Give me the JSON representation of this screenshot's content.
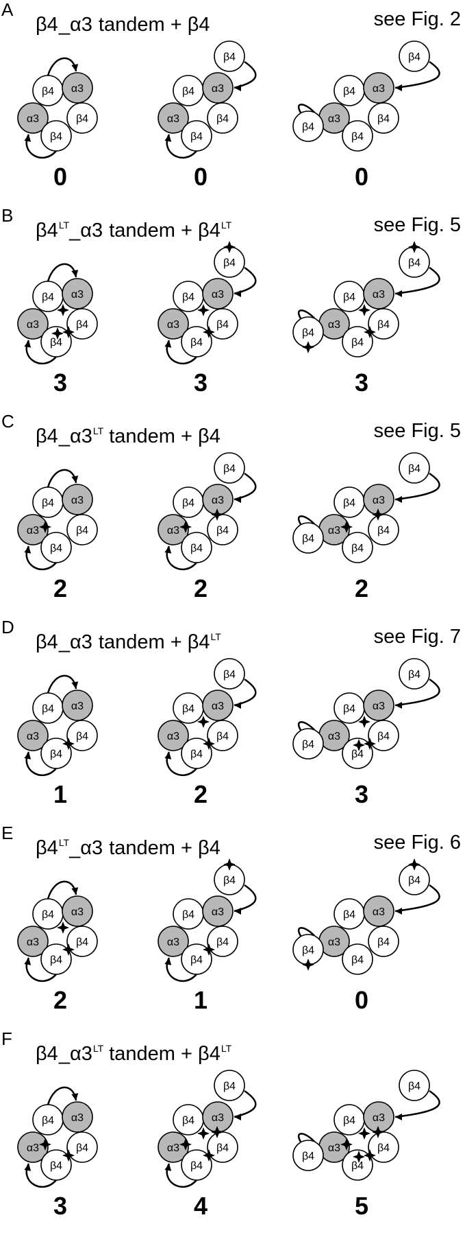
{
  "panels": [
    {
      "letter": "A",
      "title": {
        "beta_main": "β4",
        "beta_main_sup": "",
        "alpha": "α3",
        "alpha_sup": "",
        "beta_free": "β4",
        "beta_free_sup": ""
      },
      "ref": "see Fig. 2",
      "counts": [
        "0",
        "0",
        "0"
      ],
      "stars": [
        {
          "alpha_pair": false,
          "tandem_pair": false,
          "free": false
        },
        {
          "alpha_pair": false,
          "tandem_pair": false,
          "free": false
        },
        {
          "alpha_pair": false,
          "tandem_pair": false,
          "free": false
        }
      ]
    },
    {
      "letter": "B",
      "title": {
        "beta_main": "β4",
        "beta_main_sup": "LT",
        "alpha": "α3",
        "alpha_sup": "",
        "beta_free": "β4",
        "beta_free_sup": "LT"
      },
      "ref": "see Fig. 5",
      "counts": [
        "3",
        "3",
        "3"
      ],
      "stars": [
        {
          "alpha_pair": true,
          "tandem_pair": true,
          "free": false,
          "extra": true
        },
        {
          "alpha_pair": true,
          "tandem_pair": true,
          "free": true
        },
        {
          "alpha_pair": true,
          "tandem_pair": true,
          "free": true
        }
      ]
    },
    {
      "letter": "C",
      "title": {
        "beta_main": "β4",
        "beta_main_sup": "",
        "alpha": "α3",
        "alpha_sup": "LT",
        "beta_free": "β4",
        "beta_free_sup": ""
      },
      "ref": "see Fig. 5",
      "counts": [
        "2",
        "2",
        "2"
      ],
      "stars": [
        {
          "alpha_pair": false,
          "tandem_pair": false,
          "free": false,
          "c_style": true
        },
        {
          "alpha_pair": false,
          "tandem_pair": false,
          "free": false,
          "c_style": true
        },
        {
          "alpha_pair": false,
          "tandem_pair": false,
          "free": false,
          "c_style": true
        }
      ]
    },
    {
      "letter": "D",
      "title": {
        "beta_main": "β4",
        "beta_main_sup": "",
        "alpha": "α3",
        "alpha_sup": "",
        "beta_free": "β4",
        "beta_free_sup": "LT"
      },
      "ref": "see Fig. 7",
      "counts": [
        "1",
        "2",
        "3"
      ],
      "stars": [
        {
          "alpha_pair": false,
          "tandem_pair": true,
          "free": false
        },
        {
          "alpha_pair": true,
          "tandem_pair": true,
          "free": false
        },
        {
          "alpha_pair": true,
          "tandem_pair": true,
          "free": false,
          "extra": true
        }
      ]
    },
    {
      "letter": "E",
      "title": {
        "beta_main": "β4",
        "beta_main_sup": "LT",
        "alpha": "α3",
        "alpha_sup": "",
        "beta_free": "β4",
        "beta_free_sup": ""
      },
      "ref": "see Fig. 6",
      "counts": [
        "2",
        "1",
        "0"
      ],
      "stars": [
        {
          "alpha_pair": true,
          "tandem_pair": true,
          "free": false
        },
        {
          "alpha_pair": false,
          "tandem_pair": true,
          "free": true
        },
        {
          "alpha_pair": false,
          "tandem_pair": false,
          "free": true
        }
      ]
    },
    {
      "letter": "F",
      "title": {
        "beta_main": "β4",
        "beta_main_sup": "",
        "alpha": "α3",
        "alpha_sup": "LT",
        "beta_free": "β4",
        "beta_free_sup": "LT"
      },
      "ref": "",
      "counts": [
        "3",
        "4",
        "5"
      ],
      "stars": [
        {
          "alpha_pair": false,
          "tandem_pair": true,
          "free": false,
          "c_style": true
        },
        {
          "alpha_pair": true,
          "tandem_pair": true,
          "free": false,
          "c_style": true
        },
        {
          "alpha_pair": true,
          "tandem_pair": true,
          "free": false,
          "c_style": true,
          "extra": true
        }
      ]
    }
  ],
  "tandem_word": "tandem",
  "plus_sign": "+",
  "underscore": "_",
  "subunit_labels": {
    "beta": "β4",
    "alpha": "α3"
  },
  "colors": {
    "alpha_fill": "#b8b8b8",
    "beta_fill": "#ffffff",
    "stroke": "#000000"
  }
}
